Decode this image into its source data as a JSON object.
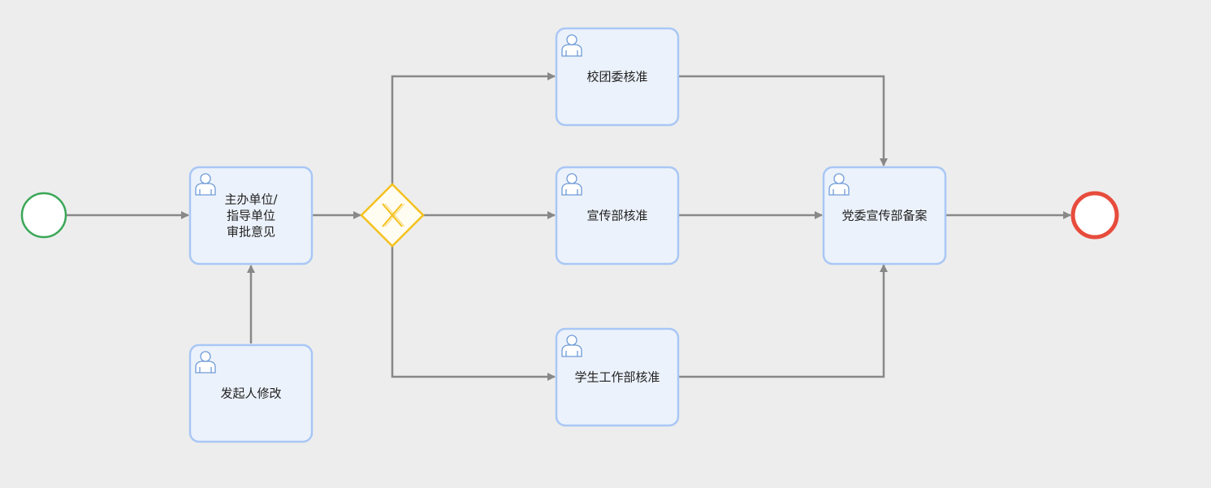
{
  "colors": {
    "background": "#ededed",
    "task_fill": "#ecf2fb",
    "task_stroke": "#a9c7f5",
    "flow": "#888888",
    "start_event": "#3aa757",
    "end_event": "#e74c3c",
    "gateway": "#f5c01c",
    "user_icon": "#6f9bd8"
  },
  "events": {
    "start": {
      "icon": "start-event-circle"
    },
    "end": {
      "icon": "end-event-circle"
    }
  },
  "gateway": {
    "icon": "exclusive-gateway-x"
  },
  "tasks": {
    "organizer_approval": {
      "lines": [
        "主办单位/",
        "指导单位",
        "审批意见"
      ],
      "icon": "user-icon"
    },
    "initiator_modify": {
      "lines": [
        "发起人修改"
      ],
      "icon": "user-icon"
    },
    "youth_league_approval": {
      "lines": [
        "校团委核准"
      ],
      "icon": "user-icon"
    },
    "publicity_approval": {
      "lines": [
        "宣传部核准"
      ],
      "icon": "user-icon"
    },
    "student_affairs_approval": {
      "lines": [
        "学生工作部核准"
      ],
      "icon": "user-icon"
    },
    "party_publicity_filing": {
      "lines": [
        "党委宣传部备案"
      ],
      "icon": "user-icon"
    }
  }
}
